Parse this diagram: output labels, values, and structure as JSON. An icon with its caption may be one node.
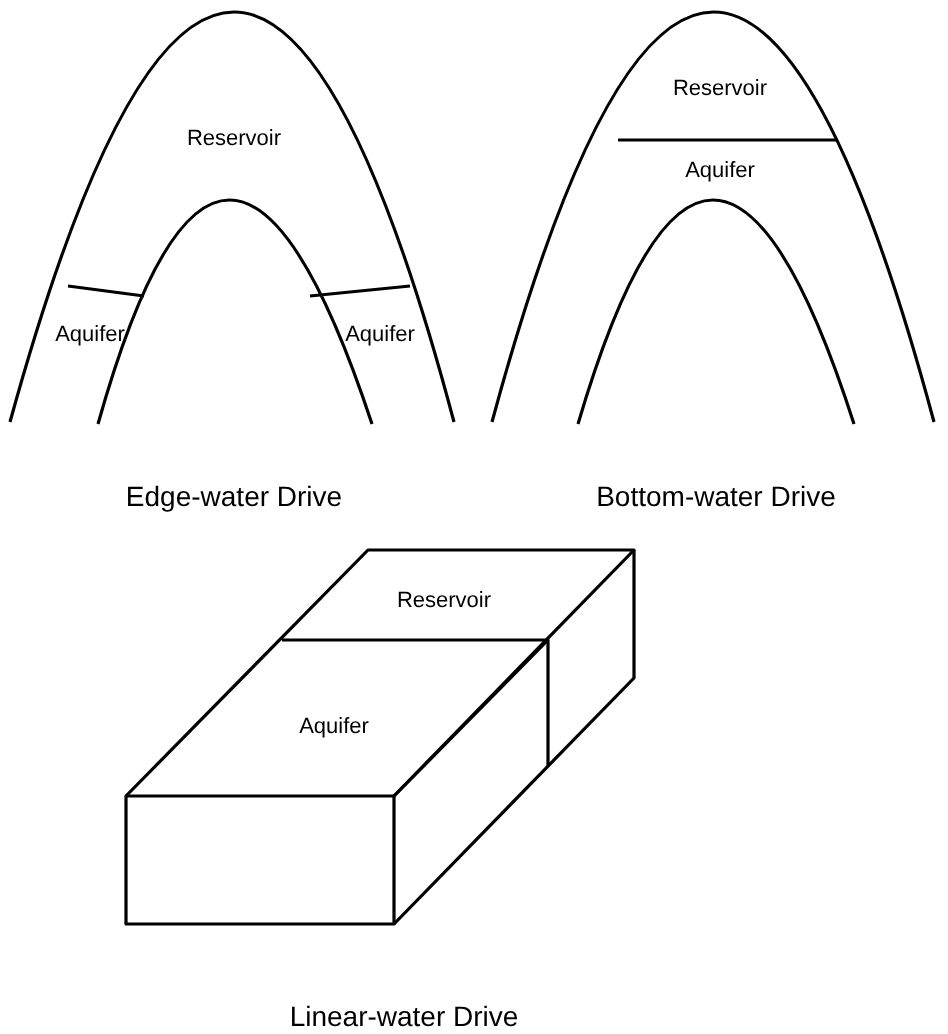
{
  "diagram": {
    "labels": [
      "Reservoir",
      "Aquifer",
      "Aquifer",
      "Edge-water Drive",
      "Reservoir",
      "Aquifer",
      "Bottom-water Drive",
      "Reservoir",
      "Aquifer",
      "Linear-water Drive"
    ]
  }
}
